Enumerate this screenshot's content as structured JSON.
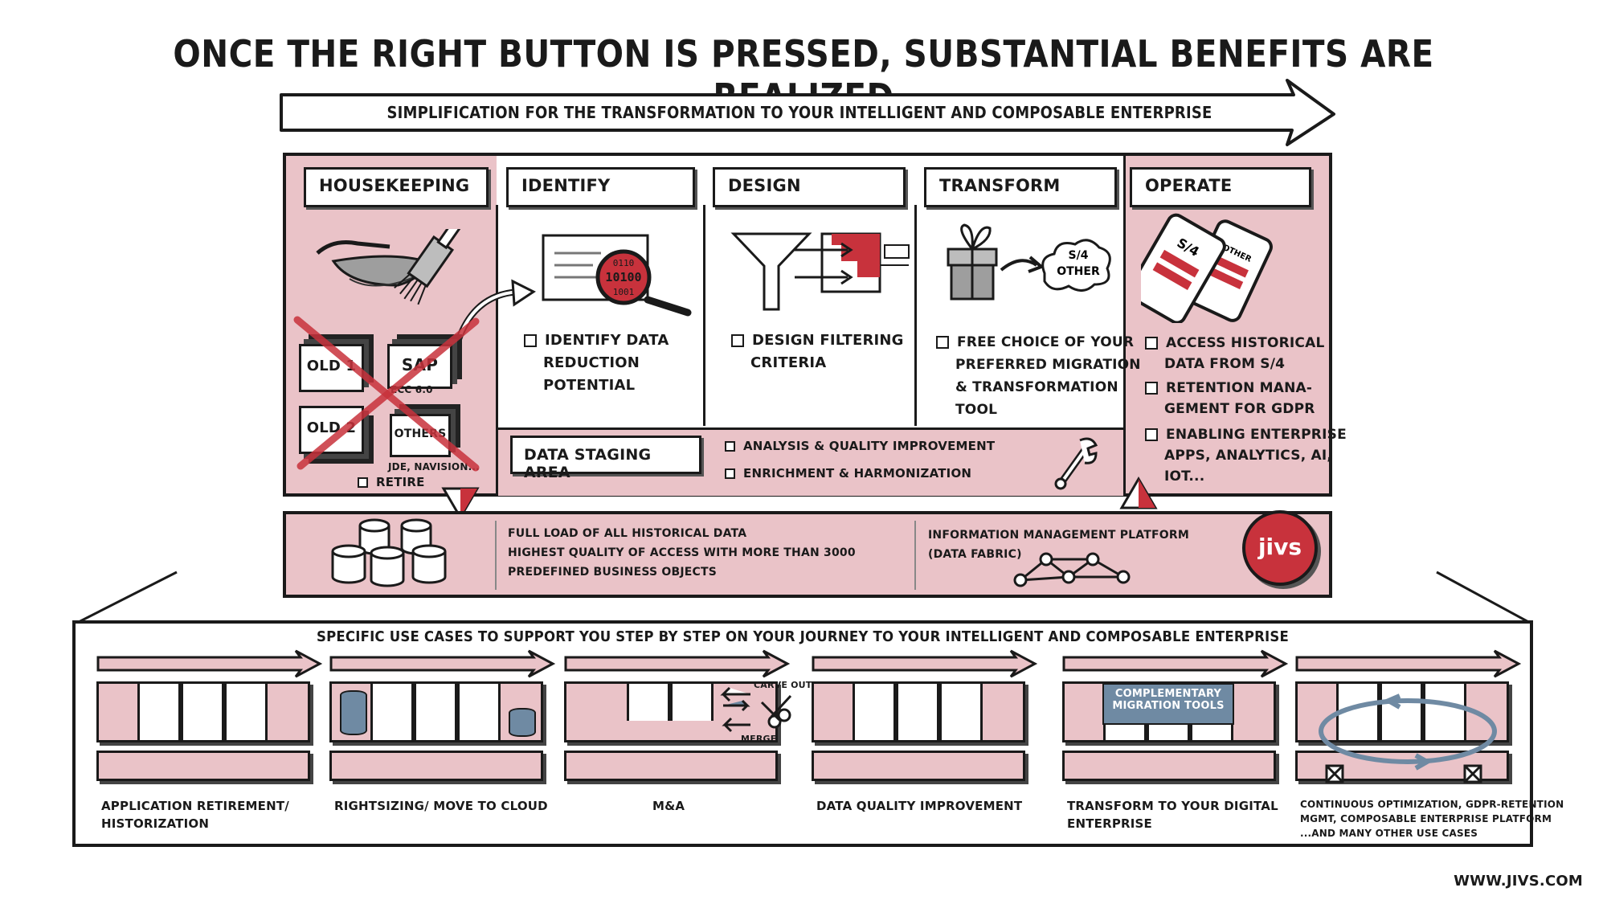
{
  "title": "ONCE THE RIGHT BUTTON IS PRESSED, SUBSTANTIAL BENEFITS ARE REALIZED",
  "banner": "SIMPLIFICATION FOR THE TRANSFORMATION TO YOUR INTELLIGENT AND COMPOSABLE ENTERPRISE",
  "phases": {
    "housekeeping": {
      "label": "HOUSEKEEPING",
      "systems": [
        "OLD 1",
        "SAP",
        "OLD 2",
        "OTHERS"
      ],
      "sap_sub": "ECC 6.0",
      "others_sub": "JDE, NAVISION...",
      "retire": "RETIRE"
    },
    "identify": {
      "label": "IDENTIFY",
      "items": [
        "IDENTIFY DATA",
        "REDUCTION",
        "POTENTIAL"
      ],
      "binary": [
        "0110",
        "10100",
        "1001"
      ]
    },
    "design": {
      "label": "DESIGN",
      "items": [
        "DESIGN FILTERING",
        "CRITERIA"
      ]
    },
    "transform": {
      "label": "TRANSFORM",
      "items": [
        "FREE CHOICE OF YOUR",
        "PREFERRED MIGRATION",
        "& TRANSFORMATION",
        "TOOL"
      ],
      "cloud": [
        "S/4",
        "OTHER"
      ]
    },
    "operate": {
      "label": "OPERATE",
      "tablet_labels": [
        "S/4",
        "OTHER"
      ],
      "items": [
        [
          "ACCESS HISTORICAL",
          "DATA FROM S/4"
        ],
        [
          "RETENTION MANA-",
          "GEMENT FOR GDPR"
        ],
        [
          "ENABLING ENTERPRISE",
          "APPS, ANALYTICS, AI,",
          "IOT..."
        ]
      ]
    }
  },
  "staging": {
    "label": "DATA STAGING AREA",
    "items": [
      "ANALYSIS & QUALITY IMPROVEMENT",
      "ENRICHMENT & HARMONIZATION"
    ]
  },
  "platform": {
    "left_lines": [
      "FULL LOAD OF ALL HISTORICAL DATA",
      "HIGHEST QUALITY OF ACCESS WITH MORE THAN 3000",
      "PREDEFINED BUSINESS OBJECTS"
    ],
    "right_lines": [
      "INFORMATION MANAGEMENT PLATFORM",
      "(DATA FABRIC)"
    ],
    "logo": "jivs"
  },
  "use_cases": {
    "heading": "SPECIFIC USE CASES TO SUPPORT YOU STEP BY STEP ON YOUR JOURNEY TO YOUR INTELLIGENT AND COMPOSABLE ENTERPRISE",
    "items": [
      {
        "lines": [
          "APPLICATION RETIREMENT/",
          "HISTORIZATION"
        ]
      },
      {
        "lines": [
          "RIGHTSIZING/ MOVE TO CLOUD"
        ]
      },
      {
        "lines": [
          "M&A"
        ]
      },
      {
        "lines": [
          "DATA QUALITY IMPROVEMENT"
        ]
      },
      {
        "lines": [
          "TRANSFORM TO YOUR DIGITAL",
          "ENTERPRISE"
        ]
      },
      {
        "lines": [
          "CONTINUOUS OPTIMIZATION, GDPR-RETENTION",
          "MGMT, COMPOSABLE ENTERPRISE PLATFORM",
          "...AND MANY OTHER USE CASES"
        ]
      }
    ],
    "carve_out": "CARVE OUT",
    "merge": "MERGE",
    "complementary": [
      "COMPLEMENTARY",
      "MIGRATION TOOLS"
    ]
  },
  "footer_url": "WWW.JIVS.COM",
  "colors": {
    "pink": "#eac3c8",
    "red": "#c8323c",
    "ink": "#1a1a1a",
    "steel": "#6f8aa3"
  }
}
